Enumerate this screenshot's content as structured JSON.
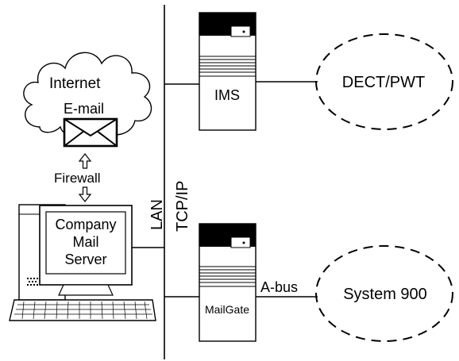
{
  "labels": {
    "internet": "Internet",
    "email": "E-mail",
    "firewall": "Firewall",
    "server_line1": "Company",
    "server_line2": "Mail",
    "server_line3": "Server",
    "lan": "LAN",
    "tcpip": "TCP/IP",
    "ims": "IMS",
    "mailgate": "MailGate",
    "abus": "A-bus",
    "dect": "DECT/PWT",
    "system900": "System 900"
  },
  "colors": {
    "line": "#000000",
    "background": "#ffffff"
  },
  "icons": [
    "cloud-icon",
    "envelope-icon",
    "up-arrow-icon",
    "down-arrow-icon",
    "computer-icon",
    "keyboard-icon",
    "server-tower-icon"
  ]
}
